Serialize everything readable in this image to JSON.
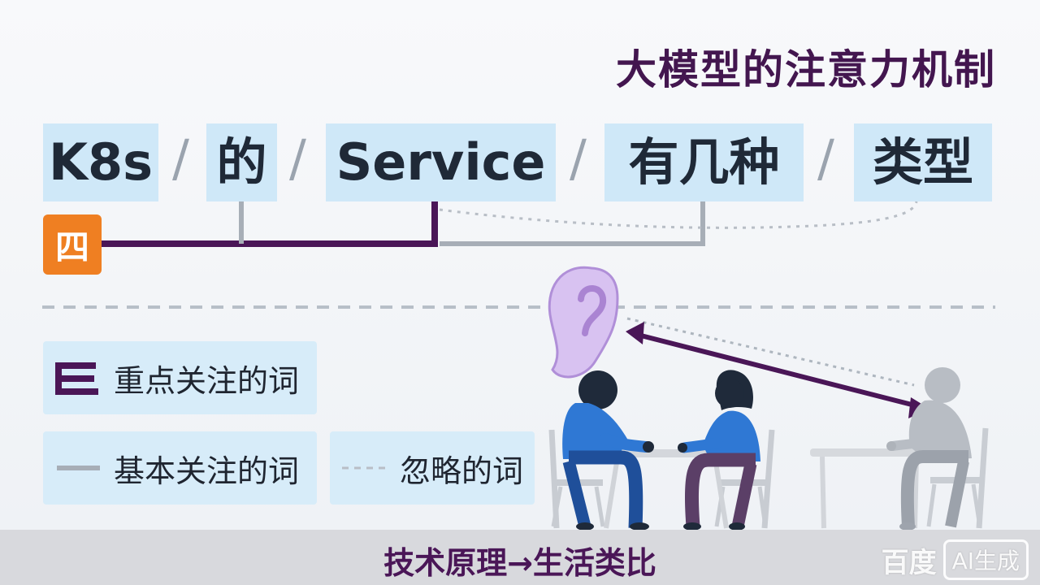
{
  "title": "大模型的注意力机制",
  "tokens": [
    {
      "text": "K8s"
    },
    {
      "text": "的"
    },
    {
      "text": "Service"
    },
    {
      "text": "有几种"
    },
    {
      "text": "类型"
    }
  ],
  "separator": "/",
  "badge": "四",
  "legend": {
    "strong": "重点关注的词",
    "basic": "基本关注的词",
    "ignored": "忽略的词"
  },
  "footer": "技术原理→生活类比",
  "watermark": {
    "main": "百度",
    "tag": "AI生成"
  },
  "colors": {
    "title": "#43164f",
    "token_bg": "#cfe8f8",
    "strong_line": "#4a1657",
    "basic_line": "#a7aeb7",
    "ignored_line": "#b8bec6",
    "badge": "#ef7f22",
    "ear": "#d8c2f1",
    "person_blue": "#2f78d4",
    "person_dark": "#1f2a3a",
    "person_gray": "#b8bdc4"
  },
  "icons": [
    "ear-icon",
    "strong-attention-icon",
    "basic-attention-icon",
    "ignored-attention-icon",
    "people-at-table-illustration"
  ]
}
